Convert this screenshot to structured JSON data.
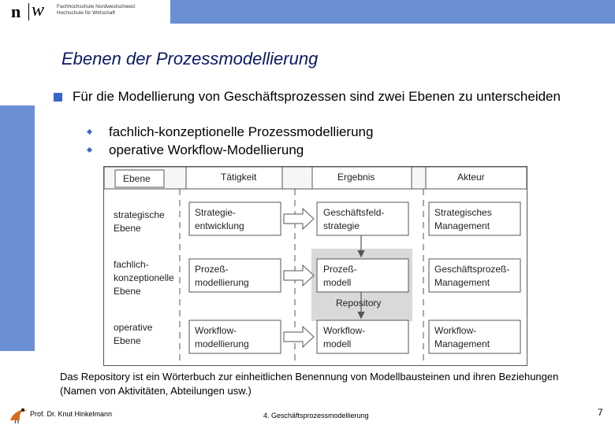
{
  "header": {
    "logo_n": "n",
    "logo_w": "w",
    "institution_line1": "Fachhochschule Nordwestschweiz",
    "institution_line2": "Hochschule für Wirtschaft"
  },
  "slide": {
    "title": "Ebenen der Prozessmodellierung",
    "bullet": "Für die Modellierung von Geschäftsprozessen sind zwei Ebenen zu unterscheiden",
    "sub_bullets": [
      "fachlich-konzeptionelle Prozessmodellierung",
      "operative Workflow-Modellierung"
    ],
    "caption": "Das Repository ist ein Wörterbuch zur einheitlichen Benennung von Modellbausteinen und ihren Beziehungen (Namen von Aktivitäten, Abteilungen usw.)"
  },
  "diagram": {
    "headers": [
      "Ebene",
      "Tätigkeit",
      "Ergebnis",
      "Akteur"
    ],
    "rows": [
      {
        "ebene": [
          "strategische",
          "Ebene"
        ],
        "taetigkeit": [
          "Strategie-",
          "entwicklung"
        ],
        "ergebnis": [
          "Geschäftsfeld-",
          "strategie"
        ],
        "akteur": [
          "Strategisches",
          "Management"
        ]
      },
      {
        "ebene": [
          "fachlich-",
          "konzeptionelle",
          "Ebene"
        ],
        "taetigkeit": [
          "Prozeß-",
          "modellierung"
        ],
        "ergebnis": [
          "Prozeß-",
          "modell"
        ],
        "akteur": [
          "Geschäftsprozeß-",
          "Management"
        ]
      },
      {
        "ebene": [
          "operative",
          "Ebene"
        ],
        "taetigkeit": [
          "Workflow-",
          "modellierung"
        ],
        "ergebnis": [
          "Workflow-",
          "modell"
        ],
        "akteur": [
          "Workflow-",
          "Management"
        ]
      }
    ],
    "repository": "Repository"
  },
  "footer": {
    "author": "Prof. Dr. Knut Hinkelmann",
    "topic": "4. Geschäftsprozessmodellierung",
    "page": "7"
  },
  "colors": {
    "accent_blue": "#6b8fd4",
    "bullet_blue": "#3b66c9",
    "title_navy": "#0b1a66",
    "repository_gray": "#d9d9d9"
  }
}
